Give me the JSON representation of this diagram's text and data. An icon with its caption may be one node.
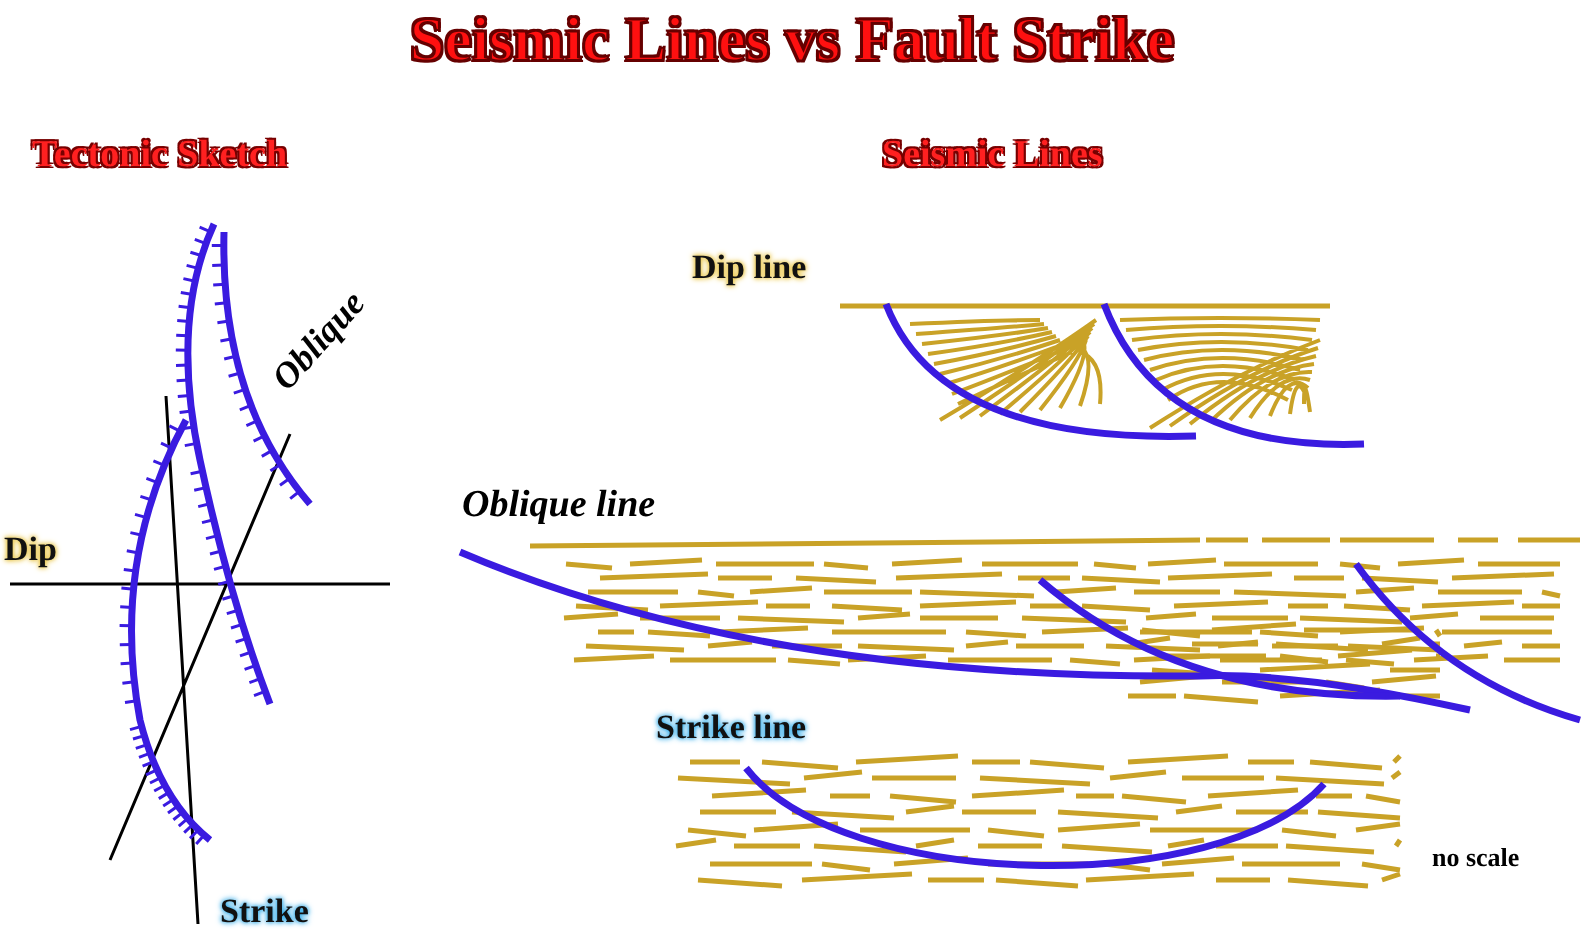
{
  "diagram": {
    "title": "Seismic Lines vs Fault Strike",
    "labels": [
      "Tectonic Sketch",
      "Seismic Lines",
      "Dip",
      "Oblique",
      "Strike",
      "Dip line",
      "Oblique line",
      "Strike line",
      "no scale"
    ]
  }
}
